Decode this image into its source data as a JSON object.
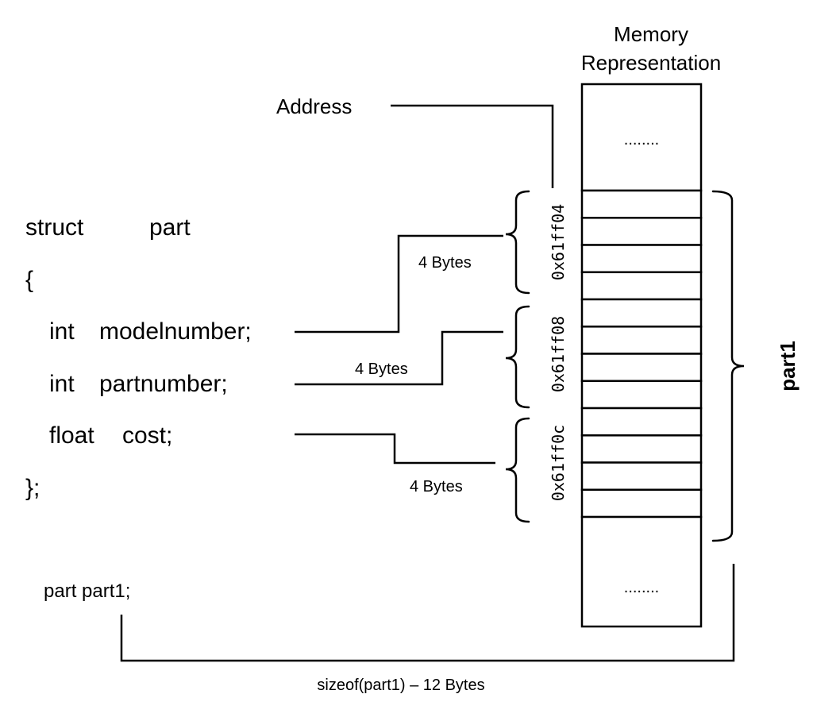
{
  "diagram": {
    "title_lines": [
      "Memory",
      "Representation"
    ],
    "address_label": "Address",
    "ellipsis_top": "........",
    "ellipsis_bottom": "........",
    "struct_code": {
      "header_keyword": "struct",
      "header_name": "part",
      "open_brace": "{",
      "members": [
        {
          "type": "int",
          "name": "modelnumber;",
          "size_label": "4 Bytes",
          "address": "0x61ff04"
        },
        {
          "type": "int",
          "name": "partnumber;",
          "size_label": "4 Bytes",
          "address": "0x61ff08"
        },
        {
          "type": "float",
          "name": "cost;",
          "size_label": "4 Bytes",
          "address": "0x61ff0c"
        }
      ],
      "close_brace": "};"
    },
    "declaration": "part part1;",
    "variable_label": "part1",
    "sizeof_label": "sizeof(part1) – 12 Bytes",
    "memory_bytes_shown": 12
  }
}
